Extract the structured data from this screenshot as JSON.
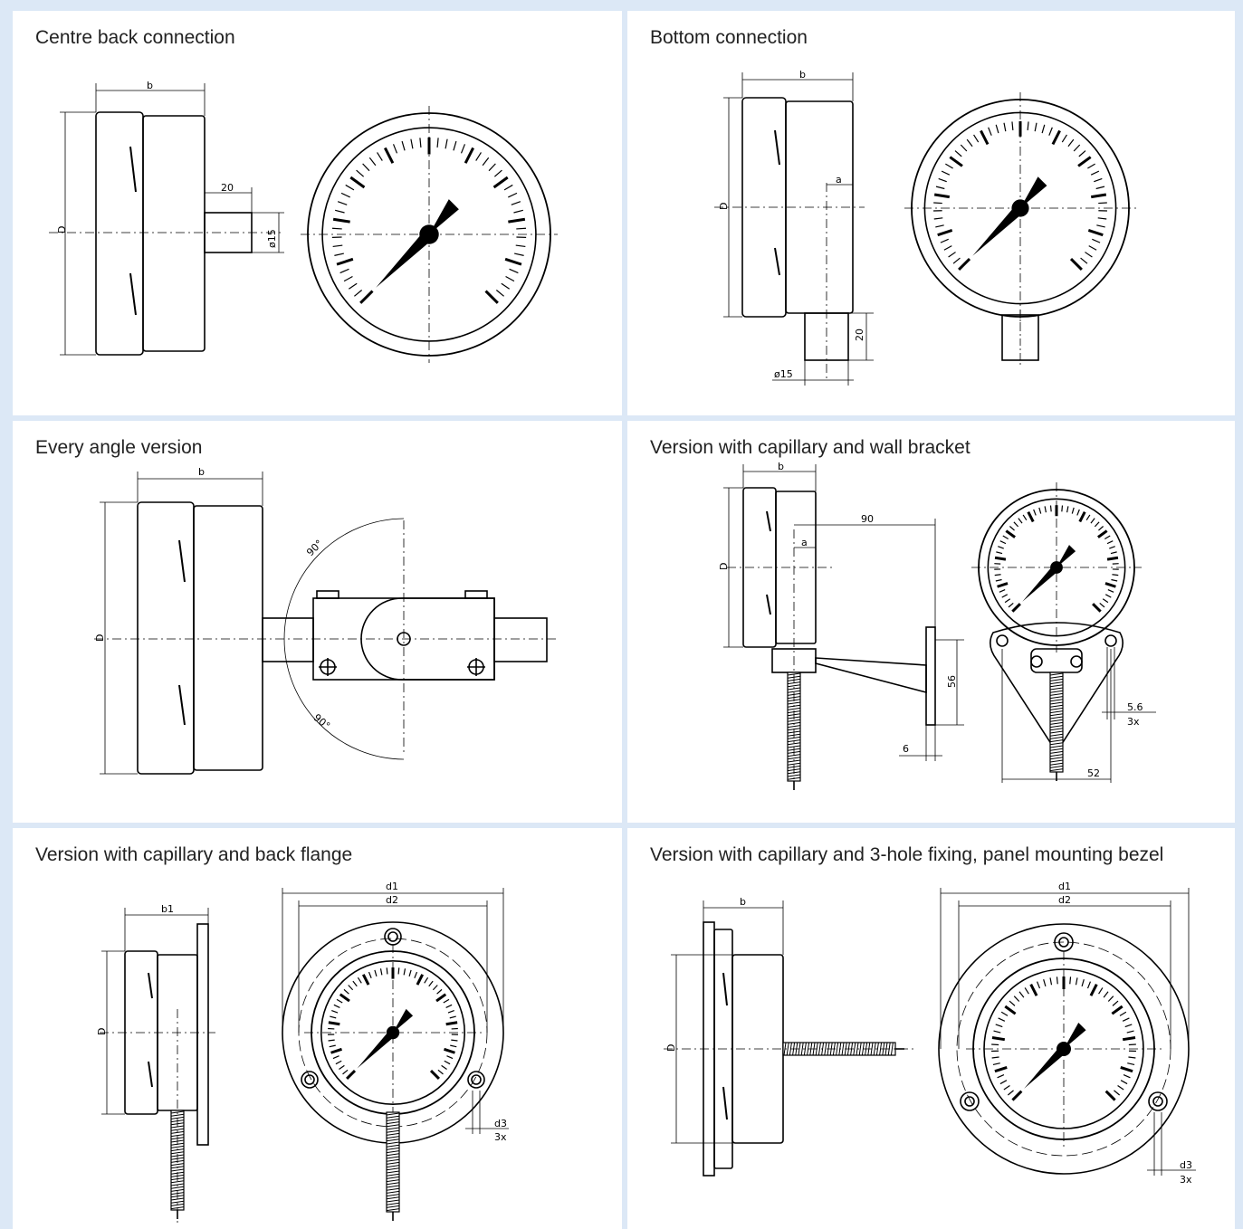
{
  "panels": [
    {
      "id": "p1",
      "title": "Centre back connection",
      "dims": {
        "b": "b",
        "d": "D",
        "len": "20",
        "dia": "ø15"
      }
    },
    {
      "id": "p2",
      "title": "Bottom connection",
      "dims": {
        "b": "b",
        "d": "D",
        "a": "a",
        "len": "20",
        "dia": "ø15"
      }
    },
    {
      "id": "p3",
      "title": "Every angle version",
      "dims": {
        "b": "b",
        "d": "D",
        "ang1": "90°",
        "ang2": "90°"
      }
    },
    {
      "id": "p4",
      "title": "Version with capillary and wall bracket",
      "dims": {
        "b": "b",
        "d": "D",
        "a": "a",
        "w": "90",
        "h": "56",
        "t": "6",
        "hole": "5.6",
        "holes": "3x",
        "pitch": "52"
      }
    },
    {
      "id": "p5",
      "title": "Version with capillary and back flange",
      "dims": {
        "b1": "b1",
        "d": "D",
        "d1": "d1",
        "d2": "d2",
        "d3": "d3",
        "holes": "3x"
      }
    },
    {
      "id": "p6",
      "title": "Version with capillary and 3-hole fixing, panel mounting bezel",
      "dims": {
        "b": "b",
        "d": "D",
        "d1": "d1",
        "d2": "d2",
        "d3": "d3",
        "holes": "3x"
      }
    }
  ]
}
